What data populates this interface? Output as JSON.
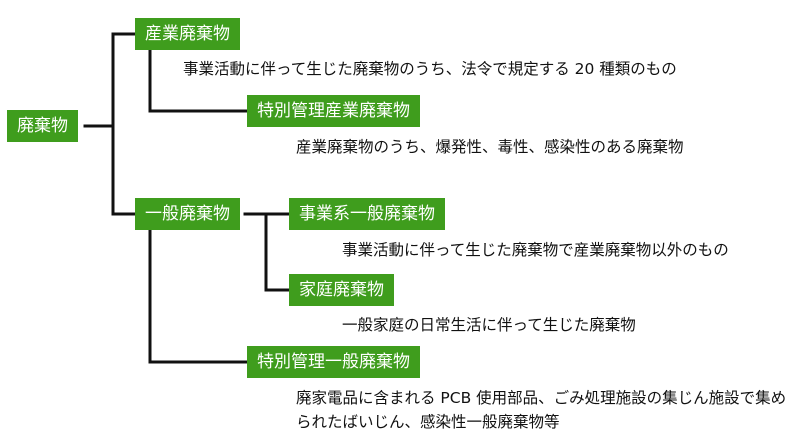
{
  "diagram": {
    "root": {
      "label": "廃棄物"
    },
    "industrial": {
      "label": "産業廃棄物",
      "description": "事業活動に伴って生じた廃棄物のうち、法令で規定する 20 種類のもの"
    },
    "special_industrial": {
      "label": "特別管理産業廃棄物",
      "description": "産業廃棄物のうち、爆発性、毒性、感染性のある廃棄物"
    },
    "general": {
      "label": "一般廃棄物"
    },
    "business_general": {
      "label": "事業系一般廃棄物",
      "description": "事業活動に伴って生じた廃棄物で産業廃棄物以外のもの"
    },
    "household": {
      "label": "家庭廃棄物",
      "description": "一般家庭の日常生活に伴って生じた廃棄物"
    },
    "special_general": {
      "label": "特別管理一般廃棄物",
      "description": "廃家電品に含まれる PCB 使用部品、ごみ処理施設の集じん施設で集められたばいじん、感染性一般廃棄物等"
    },
    "colors": {
      "node_fill": "#3f9d1d",
      "node_text": "#ffffff",
      "connector": "#111111"
    }
  }
}
